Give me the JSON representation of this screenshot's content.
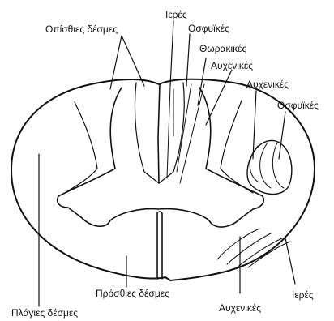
{
  "labels": {
    "posterior_columns": "Οπίσθιες δέσμες",
    "sacral_top": "Ιερές",
    "lumbar_top": "Οσφυϊκές",
    "thoracic": "Θωρακικές",
    "cervical_top1": "Αυχενικές",
    "cervical_top2": "Αυχενικές",
    "lumbar_right": "Οσφυϊκές",
    "anterior_columns": "Πρόσθιες δέσμες",
    "lateral_columns": "Πλάγιες δέσμες",
    "cervical_bottom": "Αυχενικές",
    "sacral_bottom": "Ιερές"
  },
  "colors": {
    "line": "#111111",
    "background": "#ffffff"
  }
}
